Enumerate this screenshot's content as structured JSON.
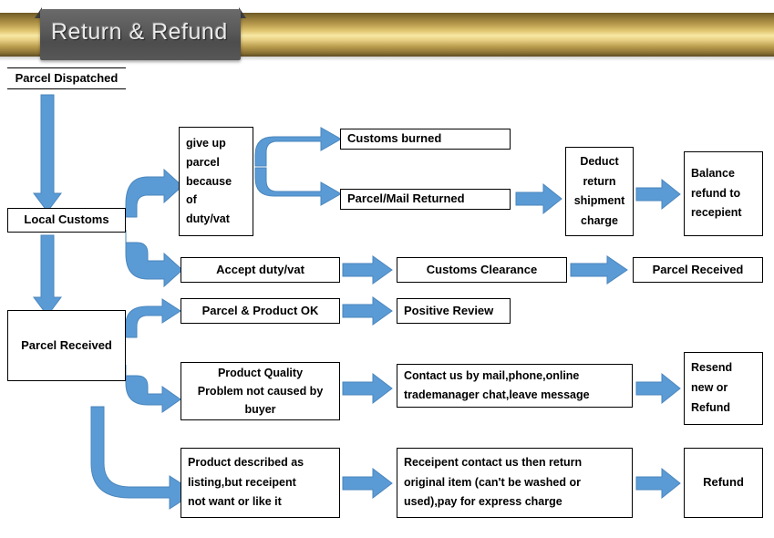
{
  "header": {
    "title": "Return & Refund",
    "bar_gold_light": "#f7e8a4",
    "bar_gold_dark": "#5d4c22",
    "ribbon_color": "#555555"
  },
  "palette": {
    "arrow_blue": "#5b9bd5",
    "arrow_blue_edge": "#4a86bd",
    "box_border": "#000000",
    "box_fill": "#ffffff",
    "text": "#000000"
  },
  "nodes": {
    "parcel_dispatched": "Parcel Dispatched",
    "local_customs": "Local Customs",
    "parcel_received_left": "Parcel Received",
    "give_up_parcel": "give up\nparcel\nbecause\nof\nduty/vat",
    "customs_burned": "Customs burned",
    "parcel_mail_returned": "Parcel/Mail Returned",
    "deduct_return_shipment_charge": "Deduct\nreturn\nshipment\ncharge",
    "balance_refund_to_recepient": "Balance\nrefund to\nrecepient",
    "accept_duty_vat": "Accept duty/vat",
    "customs_clearance": "Customs Clearance",
    "parcel_received_right": "Parcel Received",
    "parcel_product_ok": "Parcel & Product OK",
    "positive_review": "Positive Review",
    "product_quality_problem": "Product Quality\nProblem not caused by\nbuyer",
    "contact_us": "Contact us by mail,phone,online\ntrademanager chat,leave message",
    "resend_new_or_refund": "Resend\nnew or\nRefund",
    "product_described_as_listing": "Product described as\nlisting,but receipent\nnot want or like it",
    "receipent_contact_return": "Receipent contact us then return\noriginal item (can't be washed or\nused),pay for express charge",
    "refund": "Refund"
  },
  "arrows": {
    "dispatched_to_customs": "down-arrow",
    "customs_to_received": "down-arrow",
    "customs_to_giveup": "elbow-right-up-arrow",
    "customs_to_accept": "elbow-right-down-arrow",
    "giveup_split": "c-split-double-arrow",
    "returned_to_deduct": "right-arrow",
    "deduct_to_balance": "right-arrow",
    "accept_to_clearance": "right-arrow",
    "clearance_to_received": "right-arrow",
    "received_to_ok": "elbow-right-up-arrow",
    "ok_to_review": "right-arrow",
    "received_to_quality": "elbow-right-down-arrow",
    "quality_to_contact": "right-arrow",
    "contact_to_resend": "right-arrow",
    "received_to_described": "big-elbow-right-down-arrow",
    "described_to_return": "right-arrow",
    "return_to_refund": "right-arrow"
  }
}
